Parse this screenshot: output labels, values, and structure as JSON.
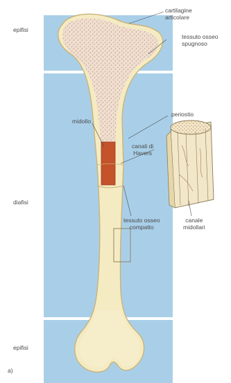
{
  "labels": {
    "epifisi_top": "epifisi",
    "diafisi": "diafisi",
    "epifisi_bottom": "epifisi",
    "cartilagine_1": "cartilagine",
    "cartilagine_2": "articolare",
    "spugnoso_1": "tessuto osseo",
    "spugnoso_2": "spugnoso",
    "periostio": "periostio",
    "midollo": "midollo",
    "havers_1": "canali di",
    "havers_2": "Havers",
    "compatto_1": "tessuto osseo",
    "compatto_2": "compatto",
    "midollari_1": "canale",
    "midollari_2": "midollari",
    "panel": "a)"
  },
  "colors": {
    "background_bands": "#a9cfe8",
    "bone": "#f5ebc2",
    "bone_outline": "#c9b27a",
    "marrow": "#c4522a",
    "spongy_dots": "#d7a6a1"
  }
}
